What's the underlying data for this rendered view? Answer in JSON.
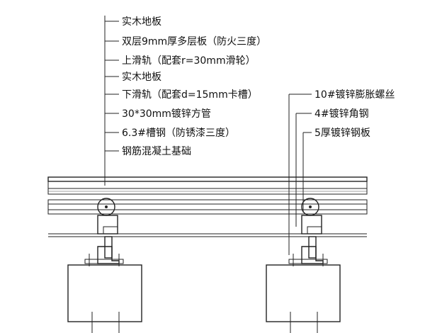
{
  "callouts_left": [
    "实木地板",
    "双层9mm厚多层板（防火三度）",
    "上滑轨（配套r=30mm滑轮）",
    "实木地板",
    "下滑轨（配套d=15mm卡槽）",
    "30*30mm镀锌方管",
    "6.3#槽钢（防锈漆三度）",
    "钢筋混凝土基础"
  ],
  "callouts_right": [
    "10#镀锌膨胀螺丝",
    "4#镀锌角钢",
    "5厚镀锌钢板"
  ],
  "colors": {
    "line": "#222222",
    "text": "#111111",
    "hatch": "#555555"
  }
}
